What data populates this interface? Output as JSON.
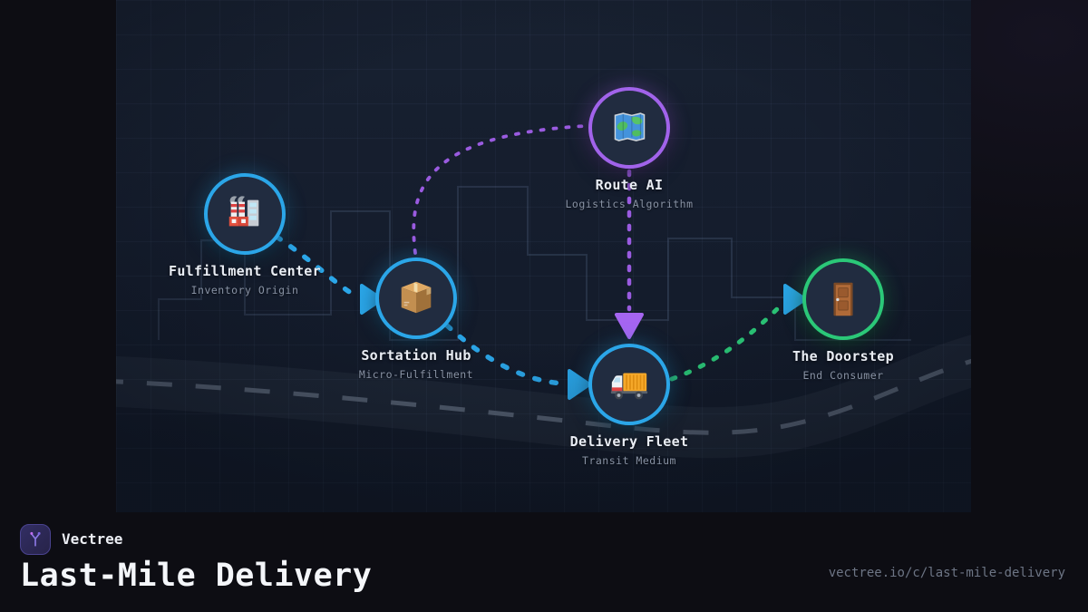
{
  "canvas": {
    "nodes": [
      {
        "id": "fulfillment-center",
        "label": "Fulfillment Center",
        "sublabel": "Inventory Origin",
        "icon": "factory-icon",
        "accent": "#2BA6E8"
      },
      {
        "id": "sortation-hub",
        "label": "Sortation Hub",
        "sublabel": "Micro-Fulfillment",
        "icon": "package-icon",
        "accent": "#2BA6E8"
      },
      {
        "id": "route-ai",
        "label": "Route AI",
        "sublabel": "Logistics Algorithm",
        "icon": "map-icon",
        "accent": "#A163EA"
      },
      {
        "id": "delivery-fleet",
        "label": "Delivery Fleet",
        "sublabel": "Transit Medium",
        "icon": "truck-icon",
        "accent": "#2BA6E8"
      },
      {
        "id": "the-doorstep",
        "label": "The Doorstep",
        "sublabel": "End Consumer",
        "icon": "door-icon",
        "accent": "#2BC878"
      }
    ],
    "edges": [
      {
        "from": "fulfillment-center",
        "to": "sortation-hub",
        "style": "dashed",
        "color": "#2BA6E8",
        "arrowhead": "#2BA6E8"
      },
      {
        "from": "sortation-hub",
        "to": "delivery-fleet",
        "style": "dashed",
        "color": "#2BA6E8",
        "arrowhead": "#2BA6E8"
      },
      {
        "from": "sortation-hub",
        "to": "route-ai",
        "style": "dashed",
        "color": "#9A5BE0",
        "arrowhead": "none"
      },
      {
        "from": "route-ai",
        "to": "delivery-fleet",
        "style": "dashed",
        "color": "#9A5BE0",
        "arrowhead": "#A565F0"
      },
      {
        "from": "delivery-fleet",
        "to": "the-doorstep",
        "style": "dashed",
        "color": "#2BC878",
        "arrowhead": "#2BA6E8"
      }
    ],
    "background": {
      "skyline": "city-silhouette",
      "road": "dashed-road"
    }
  },
  "footer": {
    "brand": "Vectree",
    "title": "Last-Mile Delivery",
    "url": "vectree.io/c/last-mile-delivery"
  },
  "colors": {
    "blue": "#2BA6E8",
    "purple": "#A163EA",
    "green": "#2BC878",
    "canvas_bg": "#141C2C",
    "page_bg": "#0D0D13"
  }
}
